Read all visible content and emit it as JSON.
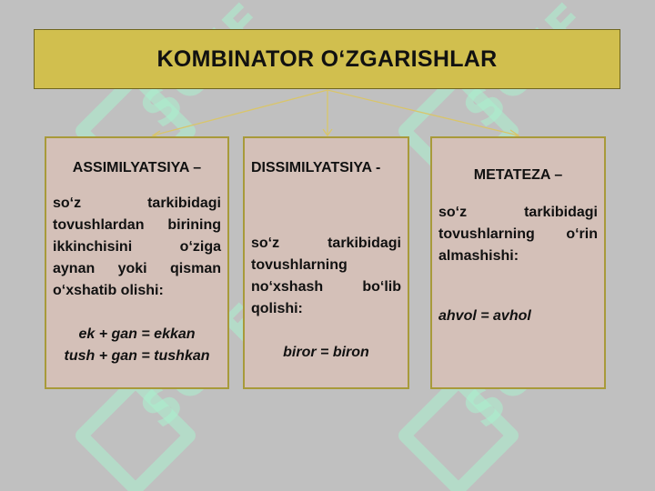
{
  "title": "KOMBINATOR O‘ZGARISHLAR",
  "watermark": "SOFF",
  "boxes": [
    {
      "heading": "ASSIMILYATSIYA –",
      "description": "so‘z tarkibidagi tovushlardan birining ikkinchisini o‘ziga aynan yoki qisman o‘xshatib olishi:",
      "examples": [
        "ek + gan = ekkan",
        "tush + gan = tushkan"
      ]
    },
    {
      "heading": "DISSIMILYATSIYA -",
      "description": "so‘z tarkibidagi tovushlarning no‘xshash bo‘lib qolishi:",
      "examples": [
        "biror = biron"
      ]
    },
    {
      "heading": "METATEZA –",
      "description": "so‘z tarkibidagi tovushlarning o‘rin almashishi:",
      "examples": [
        "ahvol = avhol"
      ]
    }
  ],
  "colors": {
    "background": "#c0c0c0",
    "title_fill": "#d1bf4e",
    "box_fill": "#d4c0b8",
    "box_border": "#a89a3a",
    "connector": "#d9c56a",
    "watermark": "#aaf0cd"
  }
}
